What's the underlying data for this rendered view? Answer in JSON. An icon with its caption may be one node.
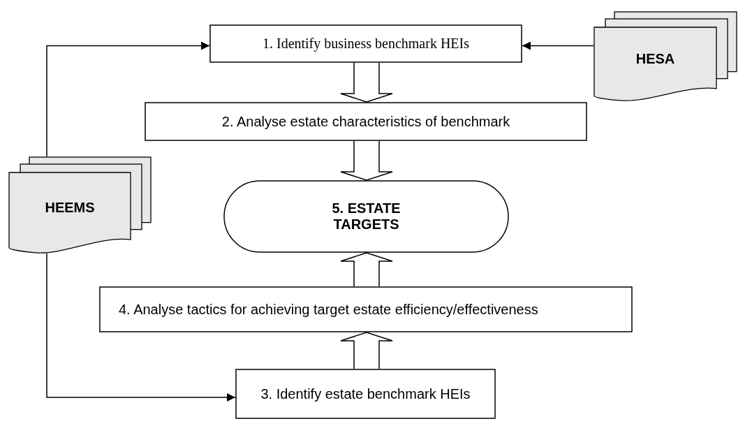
{
  "diagram": {
    "nodes": [
      {
        "text": [
          "1. Identify business benchmark HEIs"
        ]
      },
      {
        "text": [
          "HESA"
        ]
      },
      {
        "text": [
          "2. Analyse estate characteristics of benchmark"
        ]
      },
      {
        "text": [
          "HEEMS"
        ]
      },
      {
        "text": [
          "5. ESTATE TARGETS"
        ]
      },
      {
        "text": [
          "4. Analyse tactics for achieving target estate efficiency/effectiveness"
        ]
      },
      {
        "text": [
          "3. Identify estate benchmark HEIs"
        ]
      }
    ],
    "edges": [
      {
        "from": 3,
        "to": 0,
        "arrow": "to"
      },
      {
        "from": 1,
        "to": 0,
        "arrow": "to"
      },
      {
        "from": 0,
        "to": 2,
        "arrow": "to",
        "style": "thick"
      },
      {
        "from": 2,
        "to": 4,
        "arrow": "to",
        "style": "thick"
      },
      {
        "from": 5,
        "to": 4,
        "arrow": "to",
        "style": "thick"
      },
      {
        "from": 6,
        "to": 5,
        "arrow": "to",
        "style": "thick"
      },
      {
        "from": 3,
        "to": 6,
        "arrow": "to"
      }
    ]
  }
}
